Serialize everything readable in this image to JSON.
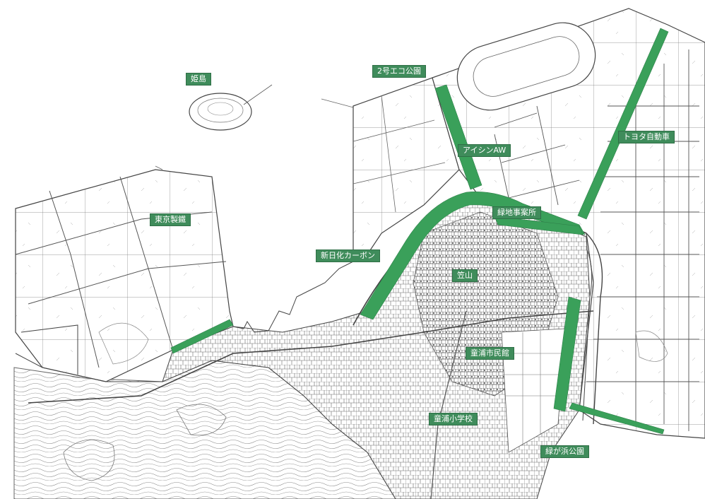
{
  "colors": {
    "accent_green": "#3aa05a",
    "label_bg": "#3f8c5b",
    "label_text": "#ffffff",
    "linework": "#555555",
    "sea": "#ffffff"
  },
  "labels": {
    "himejima": "姫島",
    "eco_park": "2号エコ公園",
    "toyota": "トヨタ自動車",
    "aisin": "アイシンAW",
    "tokyo_seitetsu": "東京製鐵",
    "ryokuchi": "緑地事案所",
    "carbon": "新日化カーボン",
    "kasayama": "笠山",
    "shiminkan": "童浦市民館",
    "school": "童浦小学校",
    "midorigahama": "緑が浜公園"
  }
}
